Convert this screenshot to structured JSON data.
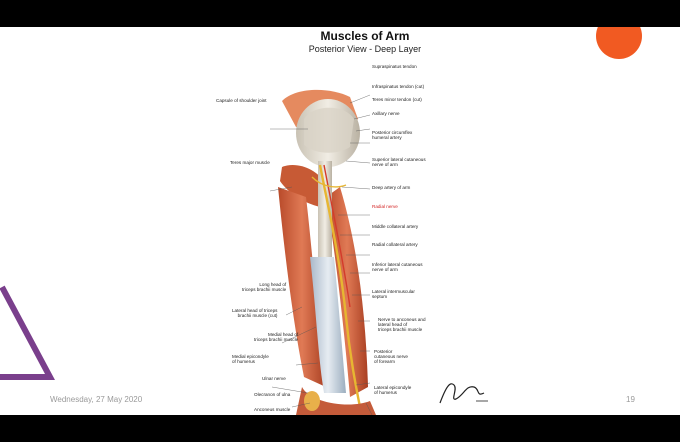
{
  "slide": {
    "title": "Muscles of Arm",
    "subtitle": "Posterior View - Deep Layer",
    "date": "Wednesday, 27 May 2020",
    "page_number": "19",
    "accent_color": "#f15a22",
    "triangle_color": "#7a3f8c"
  },
  "labels_right": [
    "Supraspinatus tendon",
    "Infraspinatus tendon (cut)",
    "Teres minor tendon (cut)",
    "Axillary nerve",
    "Posterior circumflex\nhumeral artery",
    "Superior lateral cutaneous\nnerve of arm",
    "Deep artery of arm",
    "Radial nerve",
    "Middle collateral artery",
    "Radial collateral artery",
    "Inferior lateral cutaneous\nnerve of arm",
    "Lateral intermuscular\nseptum",
    "Nerve to anconeus and\nlateral head of\ntriceps brachii muscle",
    "Posterior\ncutaneous nerve\nof forearm",
    "Lateral epicondyle\nof humerus"
  ],
  "labels_left": [
    "Capsule of shoulder joint",
    "Teres major muscle",
    "Long head of\ntriceps brachii muscle",
    "Lateral head of triceps\nbrachii muscle (cut)",
    "Medial head of\ntriceps brachii muscle",
    "Medial epicondyle\nof humerus",
    "Ulnar nerve",
    "Olecranon of ulna",
    "Anconeus muscle"
  ]
}
